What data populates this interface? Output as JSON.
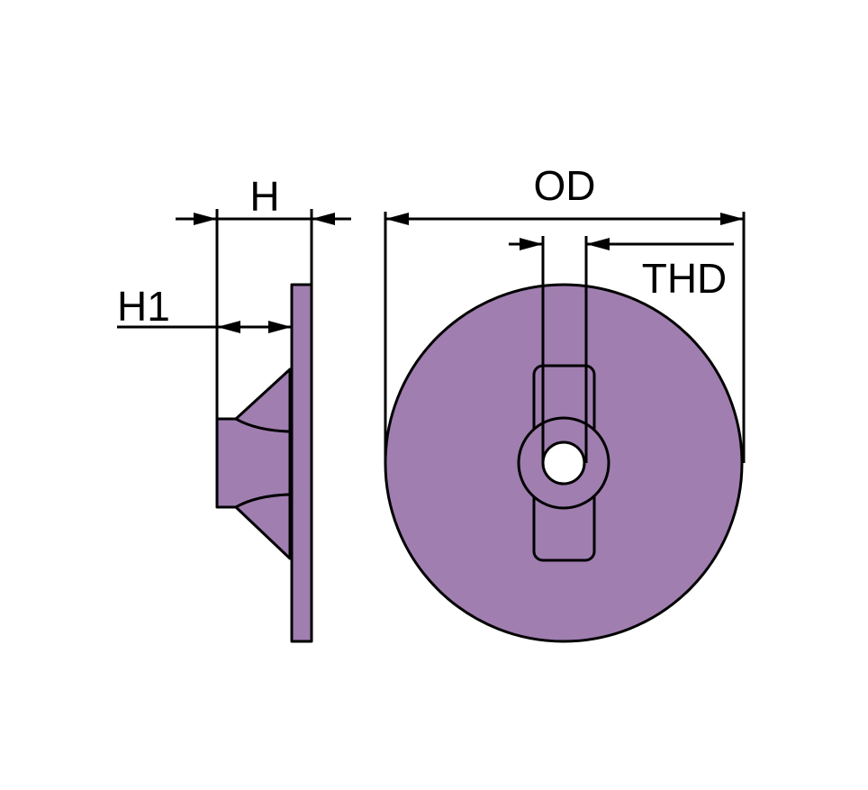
{
  "labels": {
    "h": "H",
    "h1": "H1",
    "od": "OD",
    "thd": "THD"
  },
  "colors": {
    "part_fill": "#a07eb0",
    "line": "#000000",
    "background": "#ffffff"
  }
}
